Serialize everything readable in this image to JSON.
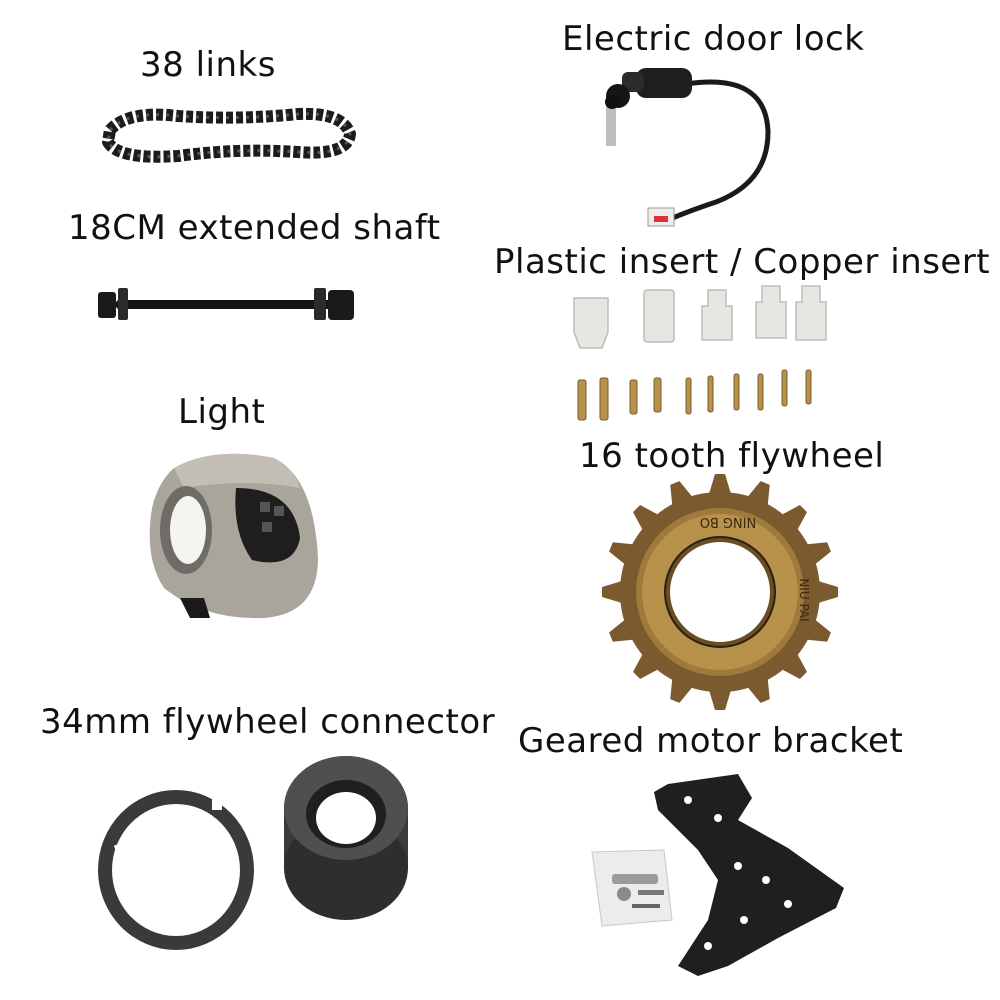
{
  "labels": {
    "chain": "38 links",
    "door_lock": "Electric door lock",
    "shaft": "18CM extended shaft",
    "inserts": "Plastic insert / Copper insert",
    "light": "Light",
    "flywheel": "16 tooth flywheel",
    "connector": "34mm flywheel connector",
    "bracket": "Geared motor bracket"
  },
  "engravings": {
    "flywheel_top": "NING BO",
    "flywheel_side": "NIU PAI"
  },
  "colors": {
    "text": "#111111",
    "chain": "#1c1c1c",
    "metal_dark": "#2a2a2a",
    "plastic": "#e6e6e3",
    "brass": "#b8914a",
    "bronze": "#7a5a2e",
    "light_body": "#a9a59c"
  },
  "icons": [
    "chain-icon",
    "door-lock-icon",
    "shaft-icon",
    "connector-inserts-icon",
    "light-icon",
    "flywheel-icon",
    "flywheel-connector-icon",
    "motor-bracket-icon"
  ]
}
